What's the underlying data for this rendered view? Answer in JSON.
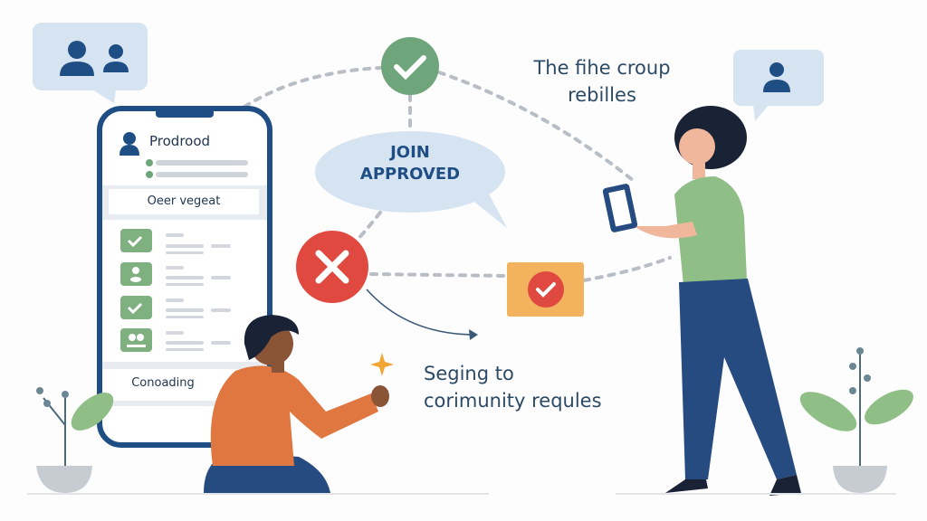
{
  "phone": {
    "title": "Prodrood",
    "box_label": "Oeer vegeat",
    "footer_label": "Conoading",
    "list_icons": [
      "check-icon",
      "person-icon",
      "check-icon",
      "group-icon"
    ]
  },
  "center_bubble": {
    "line1": "JOIN",
    "line2": "APPROVED"
  },
  "top_caption": {
    "line1": "The fihe croup",
    "line2": "rebilles"
  },
  "bottom_caption": {
    "line1": "Seging to",
    "line2": "corimunity requles"
  },
  "colors": {
    "navy": "#1f4e85",
    "green": "#6fa57a",
    "red": "#e0493f",
    "orange": "#f3b25e",
    "bubble": "#d6e4f2"
  }
}
